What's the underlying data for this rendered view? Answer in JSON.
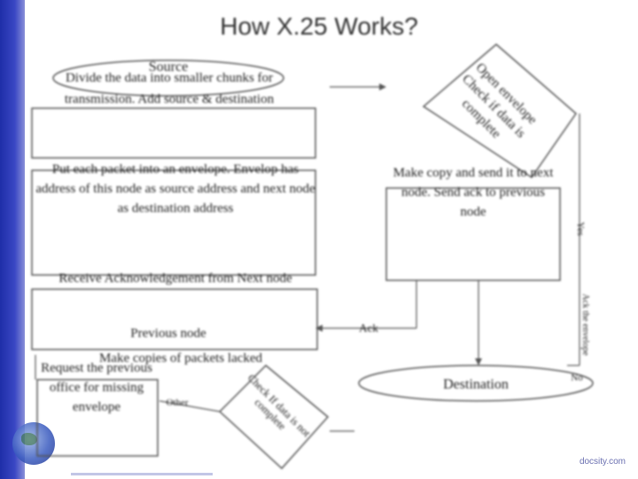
{
  "title": "How X.25 Works?",
  "nodes": {
    "source": "Source",
    "divide": "Divide the data into smaller chunks for transmission. Add source & destination",
    "envelope": "Put each packet into an envelope. Envelop has address of this node as source address and next node as destination address",
    "ack_receive": "Receive Acknowledgement from Next node",
    "previous_node": "Previous node",
    "make_copies": "Make copies of packets lacked",
    "request_office": "Request the previous office for missing envelope",
    "open_check": "Open envelope Check if data is complete",
    "make_copy_send": "Make copy and send it to next node. Send ack to previous node",
    "destination": "Destination",
    "diamond_bottom": "Check If data is not complete",
    "ack_label": "Ack",
    "yes_label": "Yes",
    "no_label": "No",
    "side_label": "Ack the envelope",
    "other_label": "Other"
  },
  "watermark": "docsity.com",
  "colors": {
    "bar": "#1e2ea8",
    "line": "#555555",
    "text": "#222222"
  }
}
